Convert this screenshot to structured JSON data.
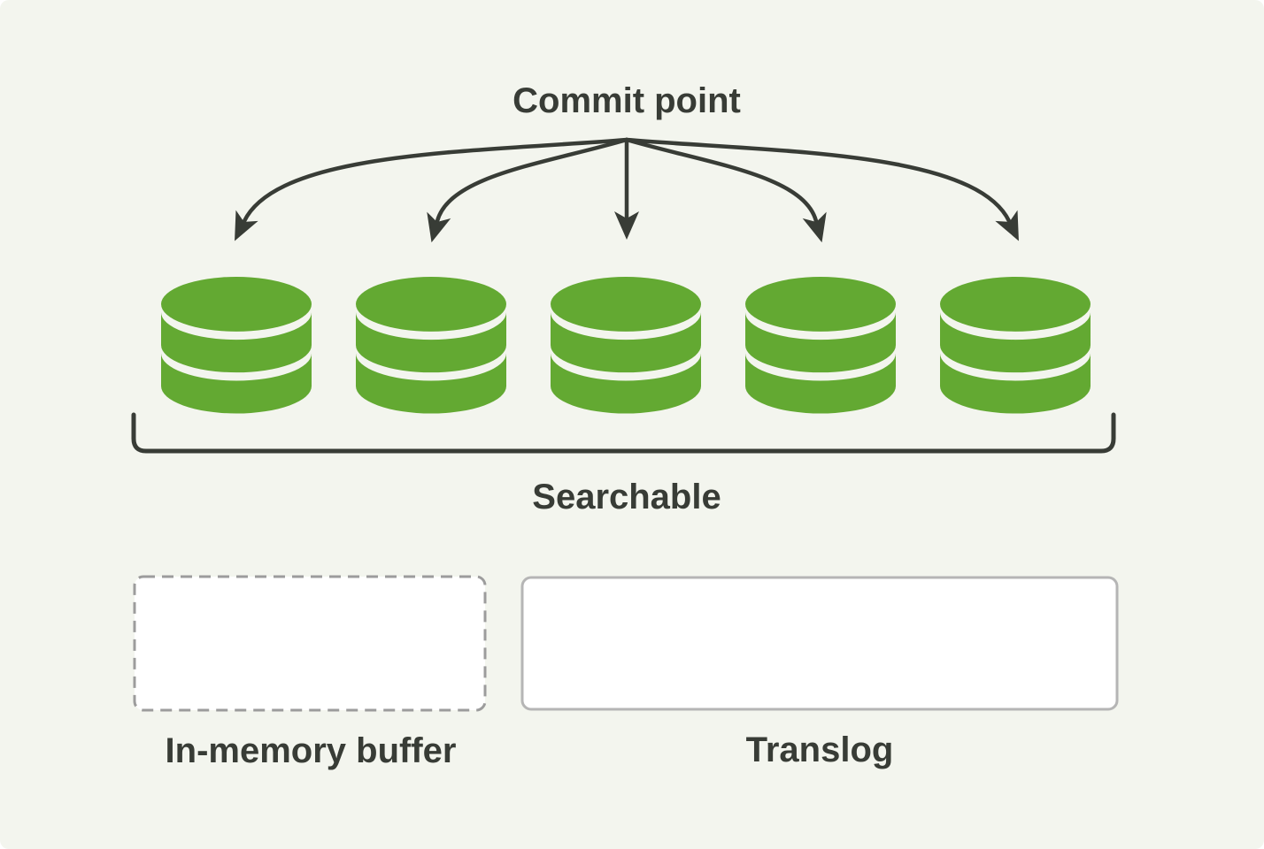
{
  "diagram": {
    "title": "Commit point",
    "searchable_label": "Searchable",
    "buffer_label": "In-memory buffer",
    "translog_label": "Translog",
    "segments": {
      "count": 5,
      "icon": "database-cylinder-icon"
    },
    "colors": {
      "background": "#f3f5ee",
      "segment_green": "#63a932",
      "ink": "#383c36",
      "dashed_border": "#9c9c9c",
      "solid_border": "#b5b5b5",
      "box_fill": "#ffffff"
    }
  }
}
